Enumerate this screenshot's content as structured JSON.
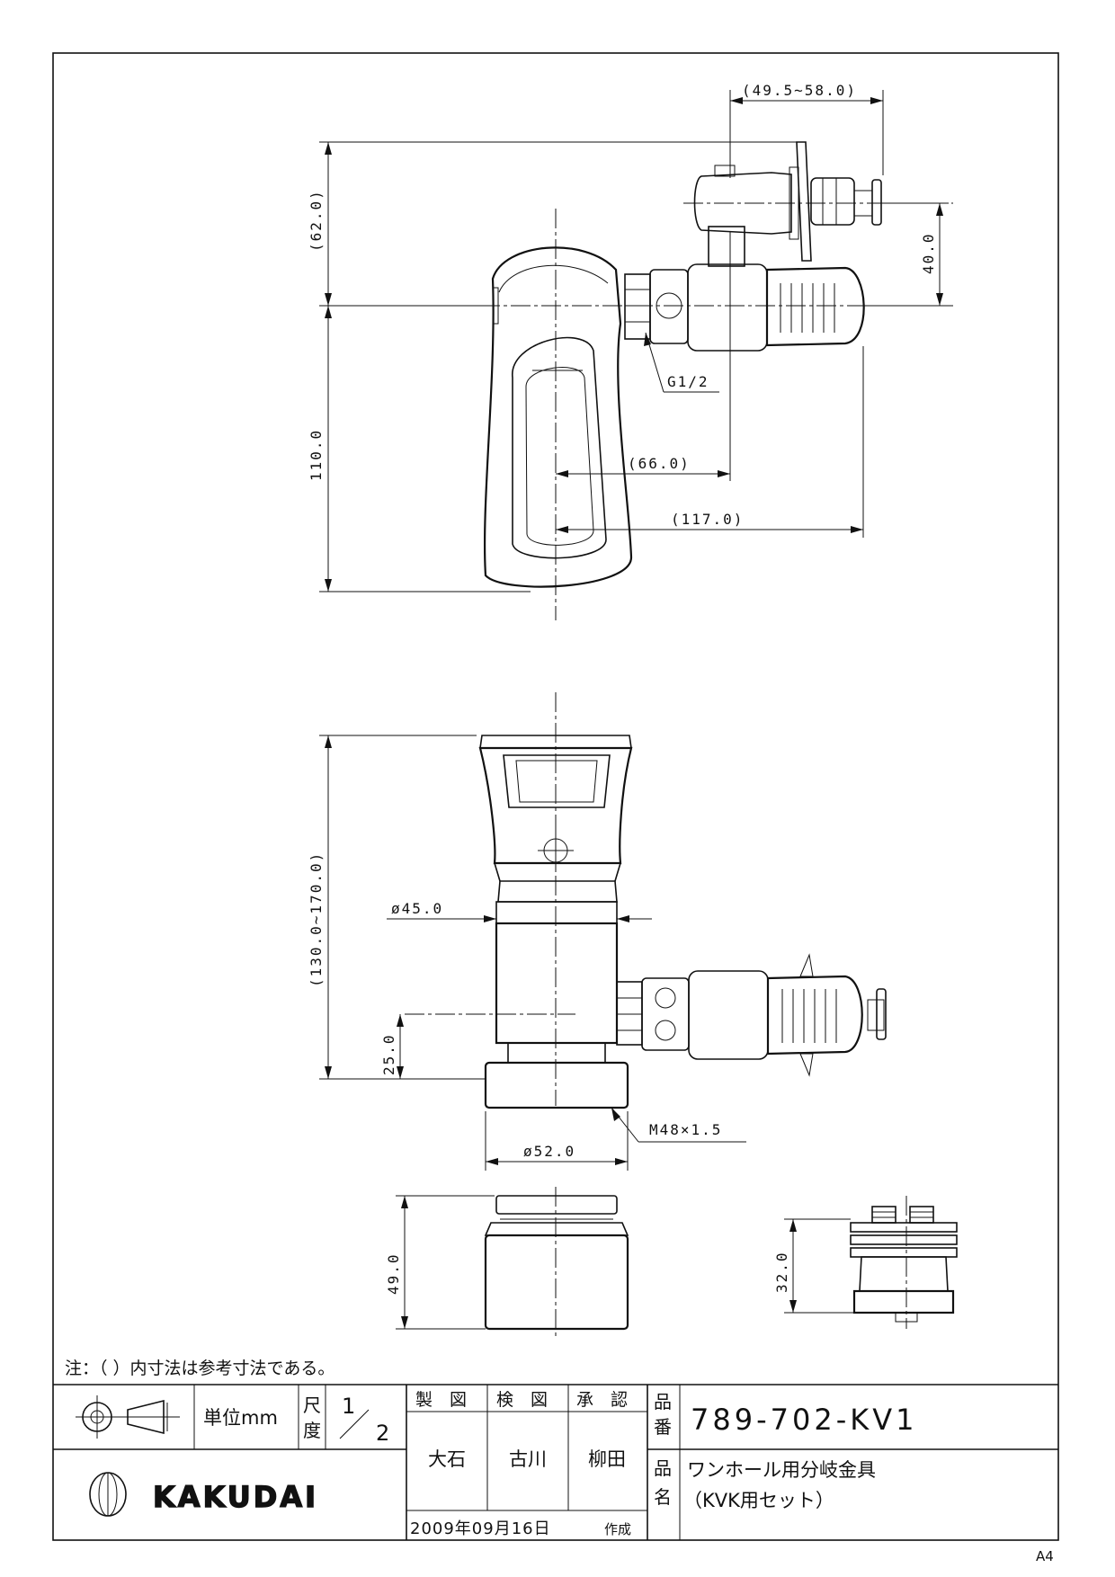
{
  "dimensions": {
    "d_49_58": "(49.5~58.0)",
    "d_62": "(62.0)",
    "d_40": "40.0",
    "d_110": "110.0",
    "g_half": "G1/2",
    "d_66": "(66.0)",
    "d_117": "(117.0)",
    "d_130_170": "(130.0~170.0)",
    "d_phi45": "ø45.0",
    "d_25": "25.0",
    "m48": "M48×1.5",
    "d_phi52": "ø52.0",
    "d_49": "49.0",
    "d_32": "32.0"
  },
  "note": "注：（ ）内寸法は参考寸法である。",
  "title_block": {
    "unit_label": "単位mm",
    "scale_label_1": "尺",
    "scale_label_2": "度",
    "scale_num": "1",
    "scale_den": "2",
    "drawn_label": "製　図",
    "checked_label": "検　図",
    "approved_label": "承　認",
    "drawn_name": "大石",
    "checked_name": "古川",
    "approved_name": "柳田",
    "part_no_label_1": "品",
    "part_no_label_2": "番",
    "part_no": "789-702-KV1",
    "part_name_label_1": "品",
    "part_name_label_2": "名",
    "part_name_1": "ワンホール用分岐金具",
    "part_name_2": "（KVK用セット）",
    "date": "2009年09月16日",
    "created": "作成",
    "company": "KAKUDAI"
  },
  "paper_size": "A4"
}
